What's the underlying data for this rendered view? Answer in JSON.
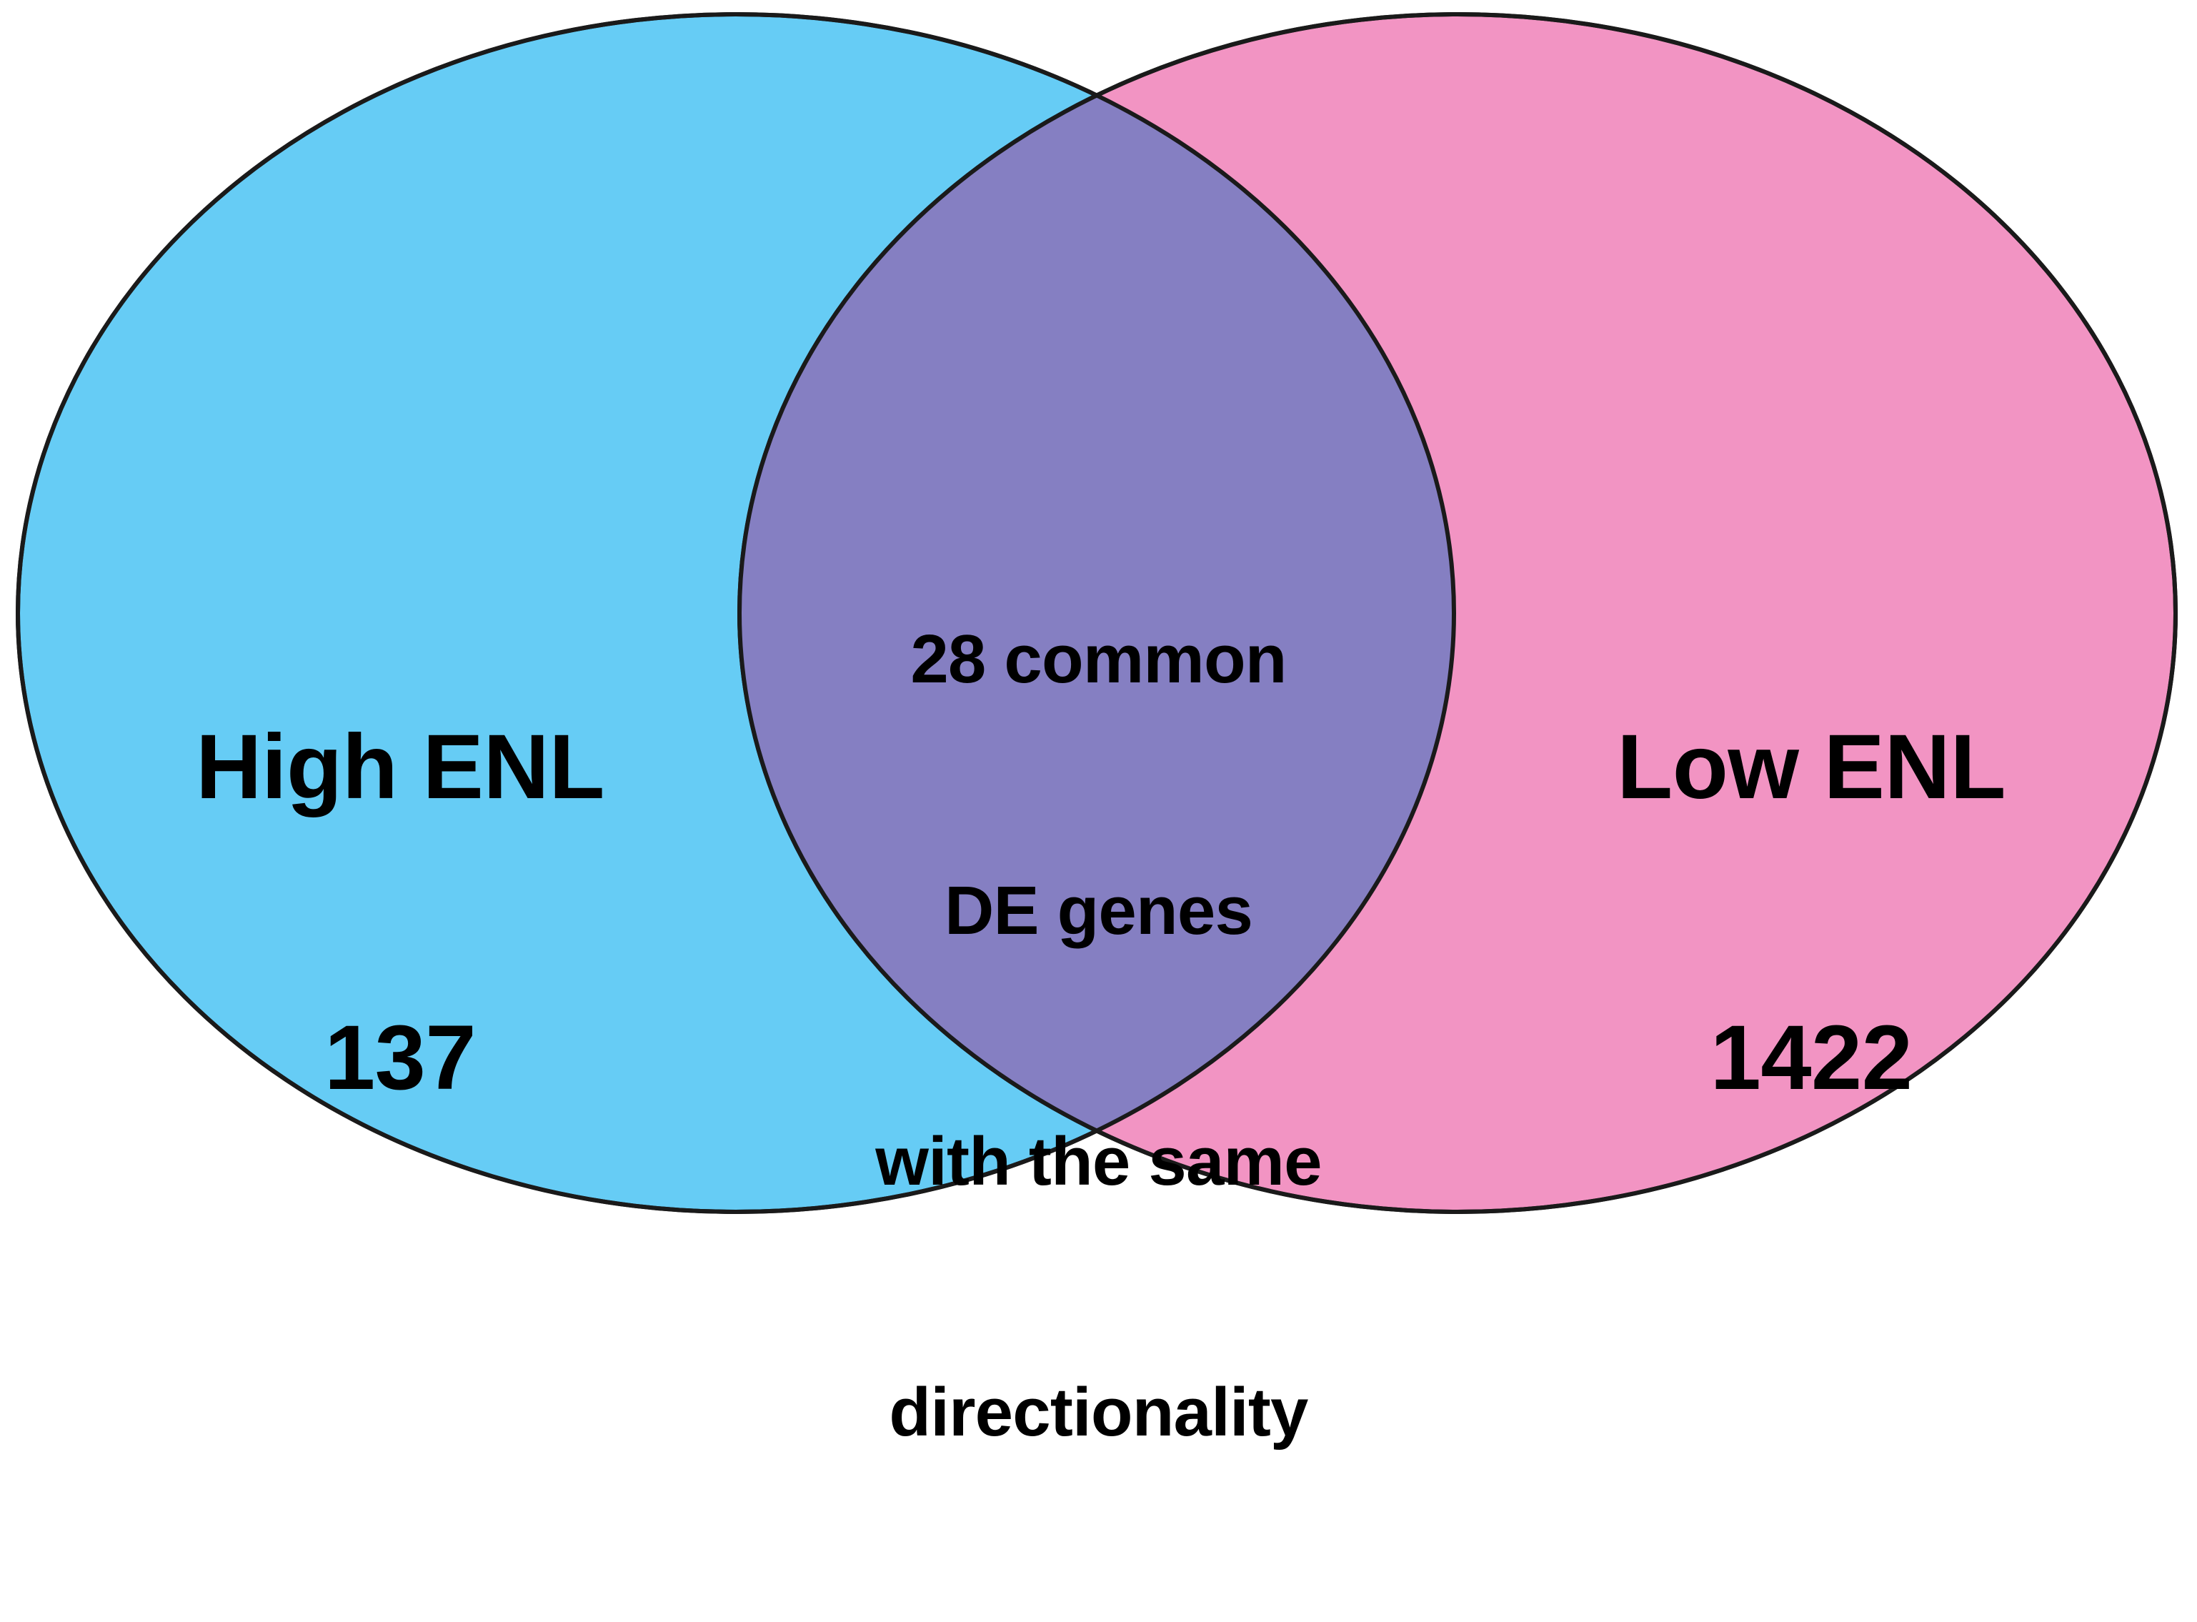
{
  "figure": {
    "type": "venn-diagram",
    "background_color": "#FFFFFF",
    "stroke_color": "#1A1A1A"
  },
  "sets": {
    "left": {
      "name": "High ENL",
      "count": "137",
      "fill_color": "#66CCF5"
    },
    "right": {
      "name": "Low ENL",
      "count": "1422",
      "fill_color": "#F294C3"
    },
    "intersection": {
      "fill_color": "#857FC2",
      "lines": [
        "28 common",
        "DE genes",
        "with the same",
        "directionality"
      ],
      "count": "28"
    }
  },
  "chart_data": {
    "type": "venn",
    "title": "",
    "sets": [
      "High ENL",
      "Low ENL"
    ],
    "categories": [
      "High ENL only",
      "Low ENL only",
      "High ENL ∩ Low ENL"
    ],
    "values": [
      137,
      1422,
      28
    ],
    "labels": [
      "137",
      "1422",
      "28 common DE genes with the same directionality"
    ],
    "colors": [
      "#66CCF5",
      "#F294C3",
      "#857FC2"
    ],
    "legend": "none",
    "annotations": [
      "28 common DE genes with the same directionality"
    ]
  }
}
